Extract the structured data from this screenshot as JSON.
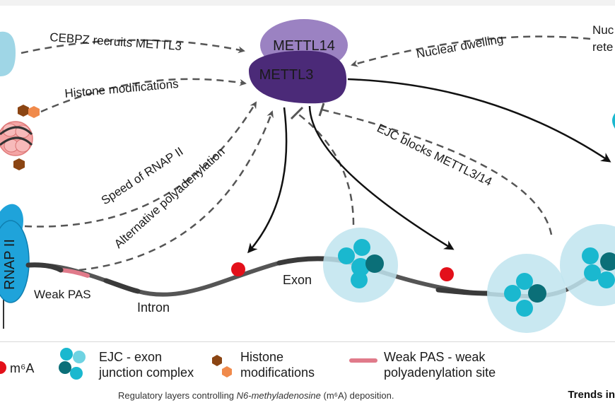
{
  "diagram": {
    "mettl14": "METTL14",
    "mettl3": "METTL3",
    "arrows": {
      "cebpz": "CEBPZ recruits METTL3",
      "histone": "Histone modifications",
      "rnap_speed": "Speed of RNAP II",
      "apa": "Alternative polyadenylation",
      "ejc_blocks": "EJC blocks METTL3/14",
      "nuclear_dwelling": "Nuclear dwelling",
      "nuclear_retention_1": "Nuc",
      "nuclear_retention_2": "rete"
    },
    "rnap": "RNAP II",
    "weak_pas": "Weak PAS",
    "intron": "Intron",
    "exon": "Exon"
  },
  "legend": {
    "m6a": "m⁶A",
    "ejc_line1": "EJC - exon",
    "ejc_line2": "junction complex",
    "histone_line1": "Histone",
    "histone_line2": "modifications",
    "weakpas_line1": "Weak PAS - weak",
    "weakpas_line2": "polyadenylation site"
  },
  "caption": {
    "pre": "Regulatory layers controlling ",
    "italic": "N6-methyladenosine",
    "post": " (m⁶A) deposition.",
    "brand": "Trends in"
  },
  "colors": {
    "mettl3": "#4b2a78",
    "mettl14": "#9b82c2",
    "ejc_light": "#1ab8cf",
    "ejc_dark": "#0b6f78",
    "halo": "#bfe4ef",
    "m6a": "#e3101a",
    "weak_pas": "#e07a8a",
    "histone_brown": "#8b4513",
    "histone_orange": "#f08a4b",
    "rnap": "#1fa3da"
  }
}
